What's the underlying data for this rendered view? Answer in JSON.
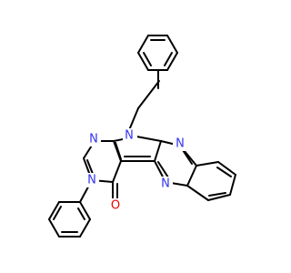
{
  "molecule": {
    "colors": {
      "bond": "#000000",
      "nitrogen": "#3333ee",
      "oxygen": "#ee0000",
      "background": "#ffffff"
    },
    "atoms": {
      "n_pyrrole": "N",
      "n_pyrimidine_top": "N",
      "n_pyrimidine_phenyl": "N",
      "n_pyrazine_top": "N",
      "n_pyrazine_bottom": "N",
      "o_carbonyl": "O"
    }
  }
}
